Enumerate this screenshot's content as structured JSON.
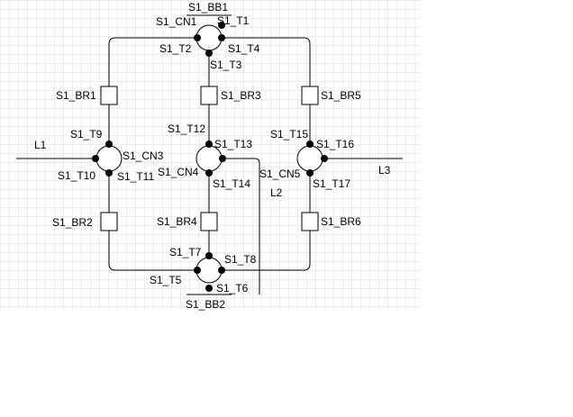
{
  "diagram": {
    "labels": {
      "bb1": "S1_BB1",
      "bb2": "S1_BB2",
      "cn1": "S1_CN1",
      "cn3": "S1_CN3",
      "cn4": "S1_CN4",
      "cn5": "S1_CN5",
      "t1": "S1_T1",
      "t2": "S1_T2",
      "t3": "S1_T3",
      "t4": "S1_T4",
      "t5": "S1_T5",
      "t6": "S1_T6",
      "t7": "S1_T7",
      "t8": "S1_T8",
      "t9": "S1_T9",
      "t10": "S1_T10",
      "t11": "S1_T11",
      "t12": "S1_T12",
      "t13": "S1_T13",
      "t14": "S1_T14",
      "t15": "S1_T15",
      "t16": "S1_T16",
      "t17": "S1_T17",
      "br1": "S1_BR1",
      "br2": "S1_BR2",
      "br3": "S1_BR3",
      "br4": "S1_BR4",
      "br5": "S1_BR5",
      "br6": "S1_BR6",
      "l1": "L1",
      "l2": "L2",
      "l3": "L3"
    }
  }
}
